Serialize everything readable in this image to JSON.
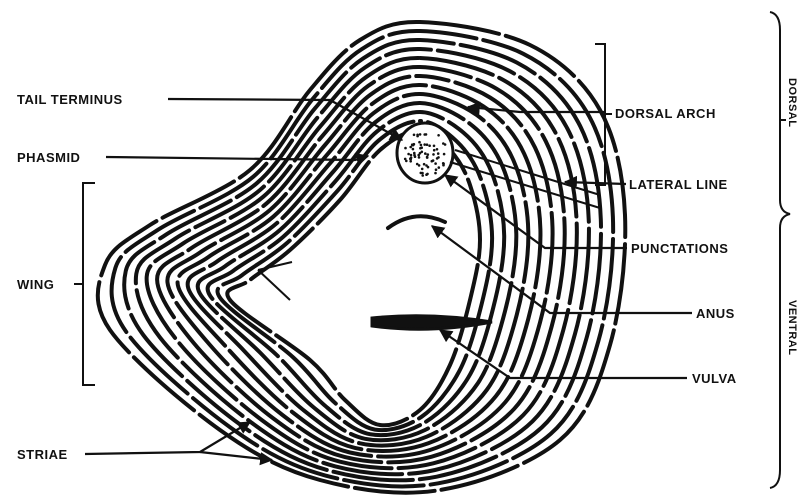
{
  "labels": {
    "tail_terminus": "TAIL  TERMINUS",
    "phasmid": "PHASMID",
    "wing": "WING",
    "striae": "STRIAE",
    "dorsal_arch": "DORSAL  ARCH",
    "lateral_line": "LATERAL  LINE",
    "punctations": "PUNCTATIONS",
    "anus": "ANUS",
    "vulva": "VULVA"
  },
  "side_labels": {
    "dorsal": "DORSAL",
    "ventral": "VENTRAL"
  },
  "colors": {
    "ink": "#111111",
    "paper": "#ffffff"
  }
}
